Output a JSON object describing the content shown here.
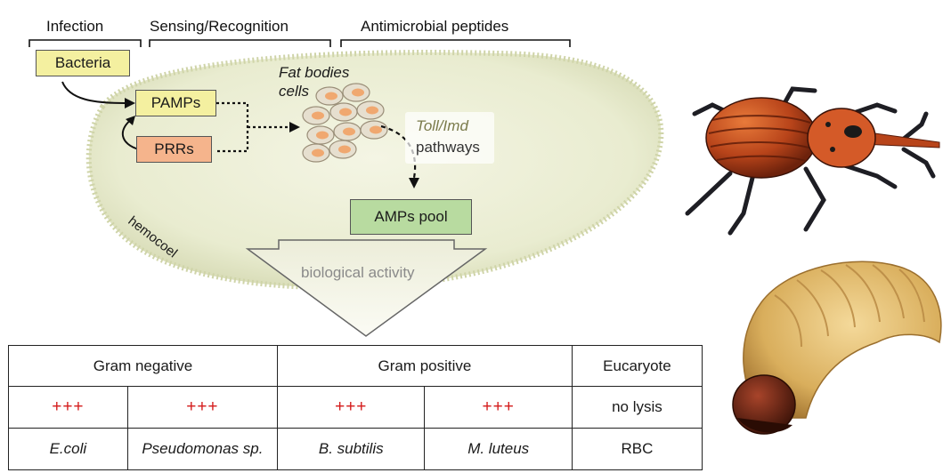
{
  "headers": {
    "infection": "Infection",
    "sensing": "Sensing/Recognition",
    "amps": "Antimicrobial peptides"
  },
  "diagram": {
    "bacteria": "Bacteria",
    "pamps": "PAMPs",
    "prrs": "PRRs",
    "fat_bodies_line1": "Fat bodies",
    "fat_bodies_line2": "cells",
    "pathway_italic": "Toll/Imd",
    "pathway_text": "pathways",
    "amps_pool": "AMPs pool",
    "hemocoel": "hemocoel",
    "activity": "biological activity"
  },
  "table": {
    "groups": [
      "Gram negative",
      "Gram positive",
      "Eucaryote"
    ],
    "activity": [
      "+++",
      "+++",
      "+++",
      "+++",
      "no lysis"
    ],
    "organisms": [
      "E.coli",
      "Pseudomonas sp.",
      "B. subtilis",
      "M. luteus",
      "RBC"
    ]
  },
  "colors": {
    "bacteria_fill": "#f4f0a0",
    "pamps_fill": "#f4f0a0",
    "prrs_fill": "#f5b48c",
    "amps_pool_fill": "#b8dba0",
    "hemocoel_fill": "#eef0d8",
    "plus_red": "#d41a1a"
  }
}
